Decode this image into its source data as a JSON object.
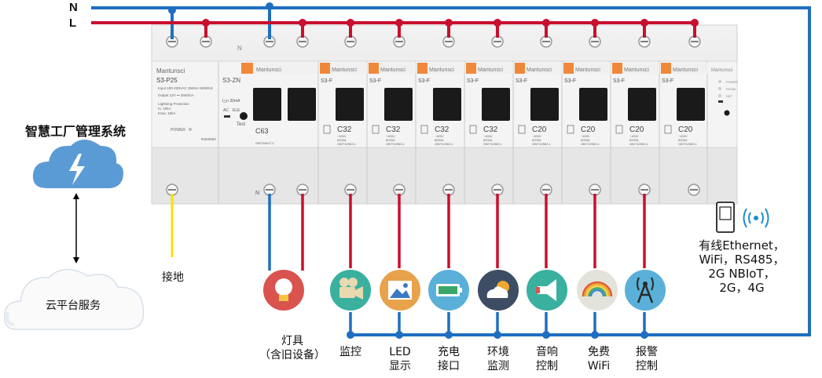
{
  "wires": {
    "neutral": "N",
    "live": "L"
  },
  "colors": {
    "neutral": "#1f6fc0",
    "live": "#c8102e",
    "ground": "#f5e400",
    "cloud": "#5b9bd5"
  },
  "panel": {
    "brand": "Mantunsci",
    "power_module": {
      "model": "S3-P25",
      "input": "Input   100-230VAC 350mA 50/60Hz",
      "output": "Output  12V ⎓   2500mA",
      "protection": "Lightning Protection",
      "in": "In: 10kA",
      "imax": "Imax: 15kA",
      "power_label": "POWER",
      "standard": "EN60950"
    },
    "rcd": {
      "model": "S3-ZN",
      "rating": "C63",
      "spec1": "I△n 30mA",
      "ac": "AC",
      "ele": "ELE",
      "test": "Test",
      "std": "GB/T16917.1"
    },
    "breakers": [
      {
        "model": "S3-F",
        "rating": "C32",
        "v": "~400V",
        "a": "6000A",
        "std": "GB/T10963.1"
      },
      {
        "model": "S3-F",
        "rating": "C32",
        "v": "~400V",
        "a": "6000A",
        "std": "GB/T10963.1"
      },
      {
        "model": "S3-F",
        "rating": "C32",
        "v": "~400V",
        "a": "6000A",
        "std": "GB/T10963.1"
      },
      {
        "model": "S3-F",
        "rating": "C32",
        "v": "~400V",
        "a": "6000A",
        "std": "GB/T10963.1"
      },
      {
        "model": "S3-F",
        "rating": "C20",
        "v": "~400V",
        "a": "6000A",
        "std": "GB/T10963.1"
      },
      {
        "model": "S3-F",
        "rating": "C20",
        "v": "~400V",
        "a": "6000A",
        "std": "GB/T10963.1"
      },
      {
        "model": "S3-F",
        "rating": "C20",
        "v": "~400V",
        "a": "6000A",
        "std": "GB/T10963.1"
      },
      {
        "model": "S3-F",
        "rating": "C20",
        "v": "~400V",
        "a": "6000A",
        "std": "GB/T10963.1"
      }
    ],
    "comm_leds": [
      "POWER",
      "RS485",
      "NET"
    ],
    "n_label": "N"
  },
  "left": {
    "factory_title": "智慧工厂管理系统",
    "cloud_service": "云平台服务"
  },
  "ground_label": "接地",
  "network": {
    "lines": [
      "有线Ethernet，",
      "WiFi，RS485，",
      "2G NBIoT，",
      "2G，4G"
    ]
  },
  "devices": [
    {
      "name": "lamp",
      "label": "灯具",
      "label2": "（含旧设备）",
      "color": "#d9534f"
    },
    {
      "name": "monitor",
      "label": "监控",
      "label2": "",
      "color": "#3ab09e"
    },
    {
      "name": "led",
      "label": "LED",
      "label2": "显示",
      "color": "#e8a24b"
    },
    {
      "name": "charge",
      "label": "充电",
      "label2": "接口",
      "color": "#5ab0d8"
    },
    {
      "name": "env",
      "label": "环境",
      "label2": "监测",
      "color": "#3d4d63"
    },
    {
      "name": "audio",
      "label": "音响",
      "label2": "控制",
      "color": "#3ab09e"
    },
    {
      "name": "wifi",
      "label": "免费",
      "label2": "WiFi",
      "color": "#e3e3dc"
    },
    {
      "name": "alarm",
      "label": "报警",
      "label2": "控制",
      "color": "#5ab0d8"
    }
  ]
}
